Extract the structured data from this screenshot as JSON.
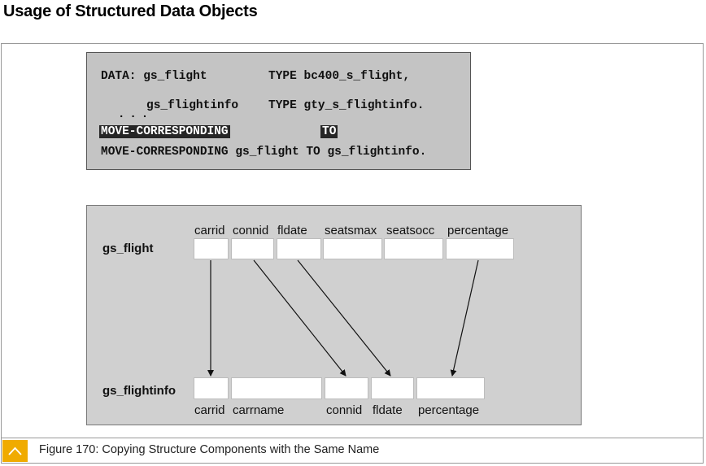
{
  "page": {
    "title": "Usage of Structured Data Objects"
  },
  "code": {
    "line1_left": "DATA: gs_flight",
    "line1_right": "TYPE bc400_s_flight,",
    "line2_left": "gs_flightinfo",
    "line2_right": "TYPE gty_s_flightinfo.",
    "dots": "...",
    "line3_keyword": "MOVE-CORRESPONDING",
    "line3_to": "TO",
    "line4": "MOVE-CORRESPONDING gs_flight TO gs_flightinfo."
  },
  "diagram": {
    "source_name": "gs_flight",
    "target_name": "gs_flightinfo",
    "source_fields": [
      "carrid",
      "connid",
      "fldate",
      "seatsmax",
      "seatsocc",
      "percentage"
    ],
    "target_fields": [
      "carrid",
      "carrname",
      "connid",
      "fldate",
      "percentage"
    ]
  },
  "caption": {
    "text": "Figure 170: Copying Structure Components with the Same Name",
    "accent_color": "#f0ab00"
  }
}
